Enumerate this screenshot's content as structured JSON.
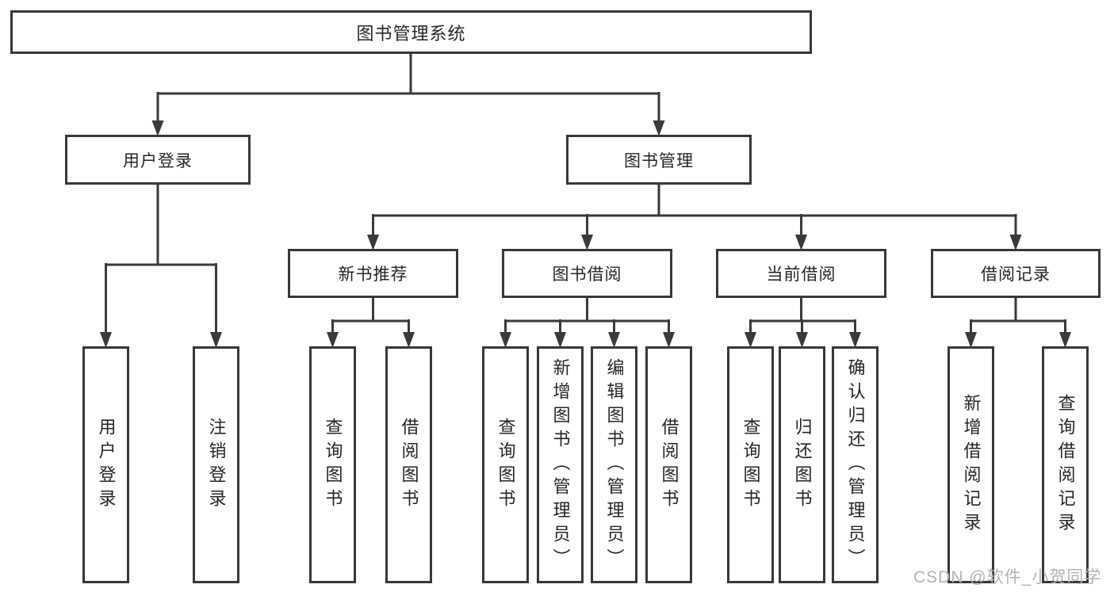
{
  "diagram": {
    "root": "图书管理系统",
    "level2": [
      {
        "label": "用户登录"
      },
      {
        "label": "图书管理"
      }
    ],
    "level3": [
      {
        "label": "新书推荐"
      },
      {
        "label": "图书借阅"
      },
      {
        "label": "当前借阅"
      },
      {
        "label": "借阅记录"
      }
    ],
    "leaves": {
      "user_login": [
        "用户登录",
        "注销登录"
      ],
      "new_book": [
        "查询图书",
        "借阅图书"
      ],
      "book_borrow": [
        "查询图书",
        "新增图书（管理员）",
        "编辑图书（管理员）",
        "借阅图书"
      ],
      "current_borrow": [
        "查询图书",
        "归还图书",
        "确认归还（管理员）"
      ],
      "borrow_record": [
        "新增借阅记录",
        "查询借阅记录"
      ]
    }
  },
  "watermark": "CSDN @软件_小贺同学",
  "colors": {
    "line": "#3a3a3a",
    "border": "#383838",
    "text": "#262626",
    "watermark": "#b3b3b3",
    "background": "#ffffff"
  }
}
